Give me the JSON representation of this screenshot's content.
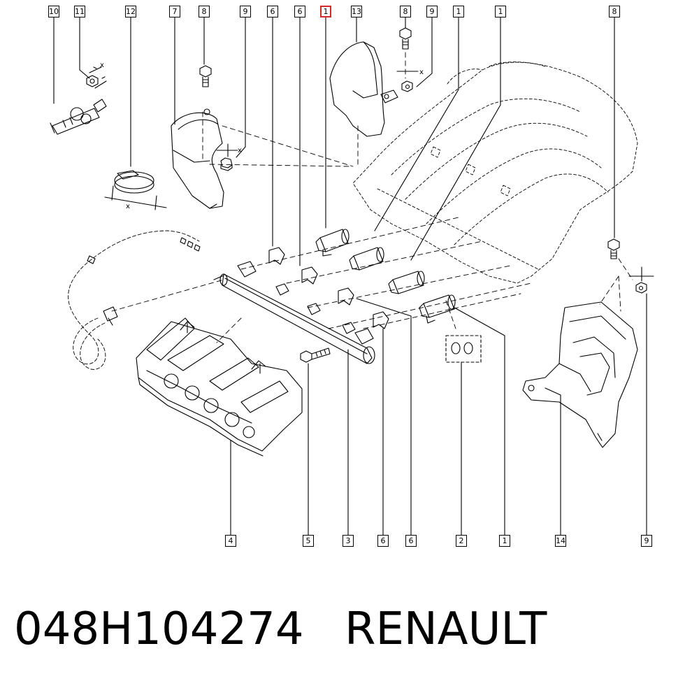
{
  "callouts_top": [
    "10",
    "11",
    "12",
    "7",
    "8",
    "9",
    "6",
    "6",
    "1",
    "13",
    "8",
    "9",
    "1",
    "1",
    "8"
  ],
  "callouts_bottom": [
    "4",
    "5",
    "3",
    "6",
    "6",
    "2",
    "1",
    "14",
    "9"
  ],
  "highlighted_callout": "1",
  "dimension_marks": [
    "x",
    "x",
    "x",
    "x"
  ],
  "caption": {
    "part_number": "048H104274",
    "brand": "RENAULT"
  },
  "colors": {
    "line": "#000000",
    "highlight": "#d62a2a",
    "background": "#ffffff"
  }
}
